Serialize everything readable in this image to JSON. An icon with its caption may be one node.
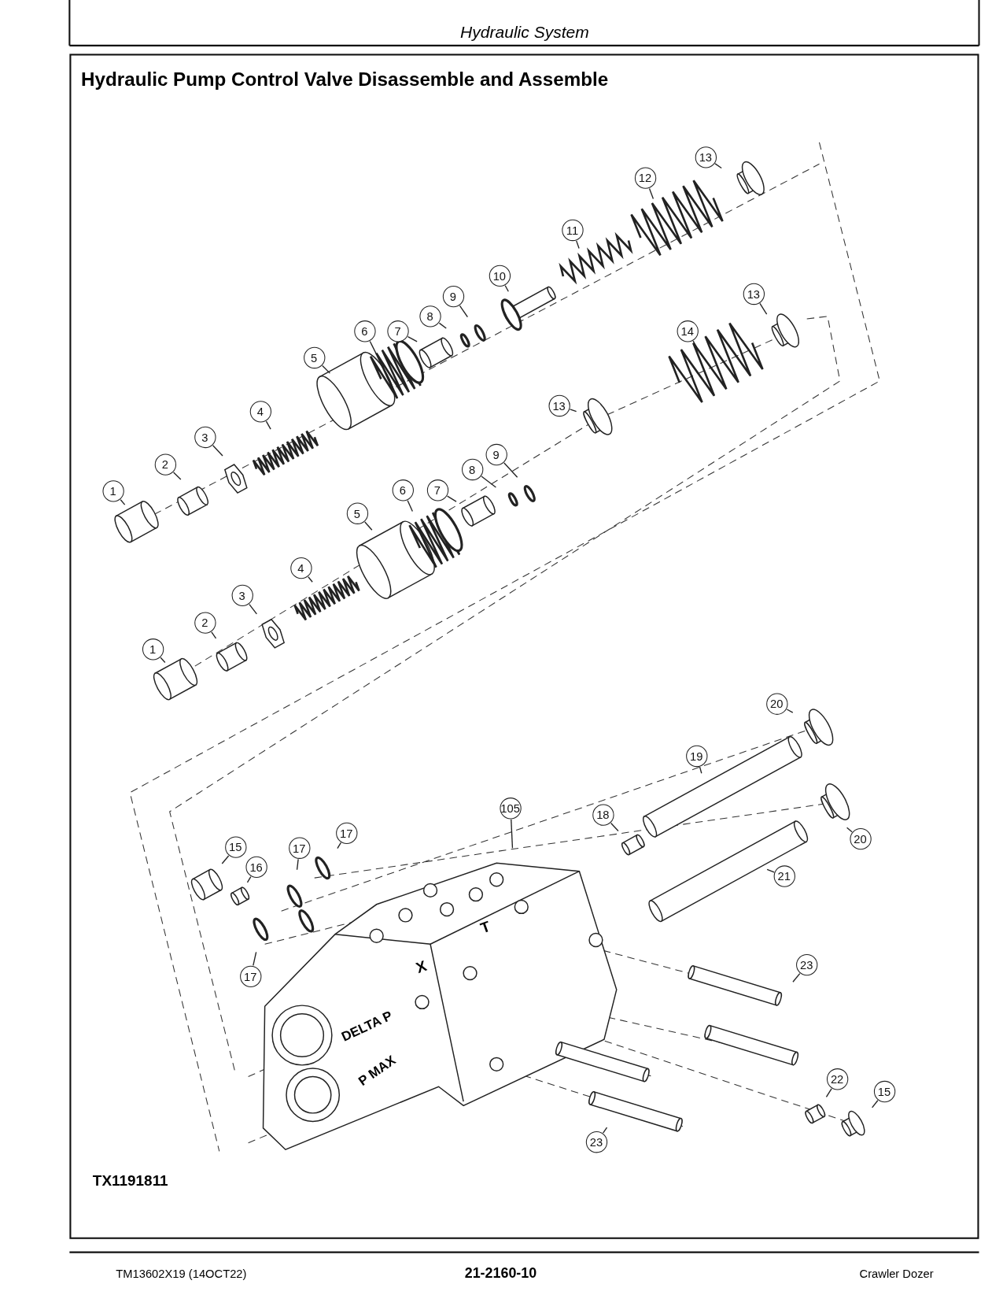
{
  "diagram": {
    "title": "Hydraulic Pump Control Valve Disassemble and Assemble",
    "nodes": [
      {
        "text": [
          "13"
        ]
      },
      {
        "text": [
          "12"
        ]
      },
      {
        "text": [
          "11"
        ]
      },
      {
        "text": [
          "10"
        ]
      },
      {
        "text": [
          "9"
        ]
      },
      {
        "text": [
          "8"
        ]
      },
      {
        "text": [
          "6"
        ]
      },
      {
        "text": [
          "7"
        ]
      },
      {
        "text": [
          "5"
        ]
      },
      {
        "text": [
          "13"
        ]
      },
      {
        "text": [
          "14"
        ]
      },
      {
        "text": [
          "4"
        ]
      },
      {
        "text": [
          "3"
        ]
      },
      {
        "text": [
          "13"
        ]
      },
      {
        "text": [
          "2"
        ]
      },
      {
        "text": [
          "9"
        ]
      },
      {
        "text": [
          "8"
        ]
      },
      {
        "text": [
          "1"
        ]
      },
      {
        "text": [
          "6"
        ]
      },
      {
        "text": [
          "7"
        ]
      },
      {
        "text": [
          "5"
        ]
      },
      {
        "text": [
          "4"
        ]
      },
      {
        "text": [
          "3"
        ]
      },
      {
        "text": [
          "2"
        ]
      },
      {
        "text": [
          "1"
        ]
      },
      {
        "text": [
          "20"
        ]
      },
      {
        "text": [
          "19"
        ]
      },
      {
        "text": [
          "105"
        ]
      },
      {
        "text": [
          "18"
        ]
      },
      {
        "text": [
          "17"
        ]
      },
      {
        "text": [
          "20"
        ]
      },
      {
        "text": [
          "15"
        ]
      },
      {
        "text": [
          "17"
        ]
      },
      {
        "text": [
          "16"
        ]
      },
      {
        "text": [
          "21"
        ]
      },
      {
        "text": [
          "17"
        ]
      },
      {
        "text": [
          "23"
        ]
      },
      {
        "text": [
          "22"
        ]
      },
      {
        "text": [
          "15"
        ]
      },
      {
        "text": [
          "23"
        ]
      }
    ],
    "edges": [
      {
        "from": 0,
        "to": null,
        "arrow": "none"
      },
      {
        "from": 1,
        "to": null,
        "arrow": "none"
      },
      {
        "from": 2,
        "to": null,
        "arrow": "none"
      },
      {
        "from": 3,
        "to": null,
        "arrow": "none"
      },
      {
        "from": 4,
        "to": null,
        "arrow": "none"
      },
      {
        "from": 5,
        "to": null,
        "arrow": "none"
      },
      {
        "from": 6,
        "to": null,
        "arrow": "none"
      },
      {
        "from": 7,
        "to": null,
        "arrow": "none"
      },
      {
        "from": 8,
        "to": null,
        "arrow": "none"
      },
      {
        "from": 9,
        "to": null,
        "arrow": "none"
      },
      {
        "from": 10,
        "to": null,
        "arrow": "none"
      },
      {
        "from": 11,
        "to": null,
        "arrow": "none"
      },
      {
        "from": 12,
        "to": null,
        "arrow": "none"
      },
      {
        "from": 13,
        "to": null,
        "arrow": "none"
      },
      {
        "from": 14,
        "to": null,
        "arrow": "none"
      },
      {
        "from": 15,
        "to": null,
        "arrow": "none"
      },
      {
        "from": 16,
        "to": null,
        "arrow": "none"
      },
      {
        "from": 17,
        "to": null,
        "arrow": "none"
      },
      {
        "from": 18,
        "to": null,
        "arrow": "none"
      },
      {
        "from": 19,
        "to": null,
        "arrow": "none"
      },
      {
        "from": 20,
        "to": null,
        "arrow": "none"
      },
      {
        "from": 21,
        "to": null,
        "arrow": "none"
      },
      {
        "from": 22,
        "to": null,
        "arrow": "none"
      },
      {
        "from": 23,
        "to": null,
        "arrow": "none"
      },
      {
        "from": 24,
        "to": null,
        "arrow": "none"
      },
      {
        "from": 25,
        "to": null,
        "arrow": "none"
      },
      {
        "from": 26,
        "to": null,
        "arrow": "none"
      },
      {
        "from": 27,
        "to": null,
        "arrow": "none"
      },
      {
        "from": 28,
        "to": null,
        "arrow": "none"
      },
      {
        "from": 29,
        "to": null,
        "arrow": "none"
      },
      {
        "from": 30,
        "to": null,
        "arrow": "none"
      },
      {
        "from": 31,
        "to": null,
        "arrow": "none"
      },
      {
        "from": 32,
        "to": null,
        "arrow": "none"
      },
      {
        "from": 33,
        "to": null,
        "arrow": "none"
      },
      {
        "from": 34,
        "to": null,
        "arrow": "none"
      },
      {
        "from": 35,
        "to": null,
        "arrow": "none"
      },
      {
        "from": 36,
        "to": null,
        "arrow": "none"
      },
      {
        "from": 37,
        "to": null,
        "arrow": "none"
      },
      {
        "from": 38,
        "to": null,
        "arrow": "none"
      },
      {
        "from": 39,
        "to": null,
        "arrow": "none"
      }
    ],
    "labels": [
      "Hydraulic System",
      "T",
      "X",
      "DELTA P",
      "P MAX",
      "TX1191811",
      "TM13602X19 (14OCT22)",
      "21-2160-10",
      "Crawler Dozer"
    ]
  }
}
